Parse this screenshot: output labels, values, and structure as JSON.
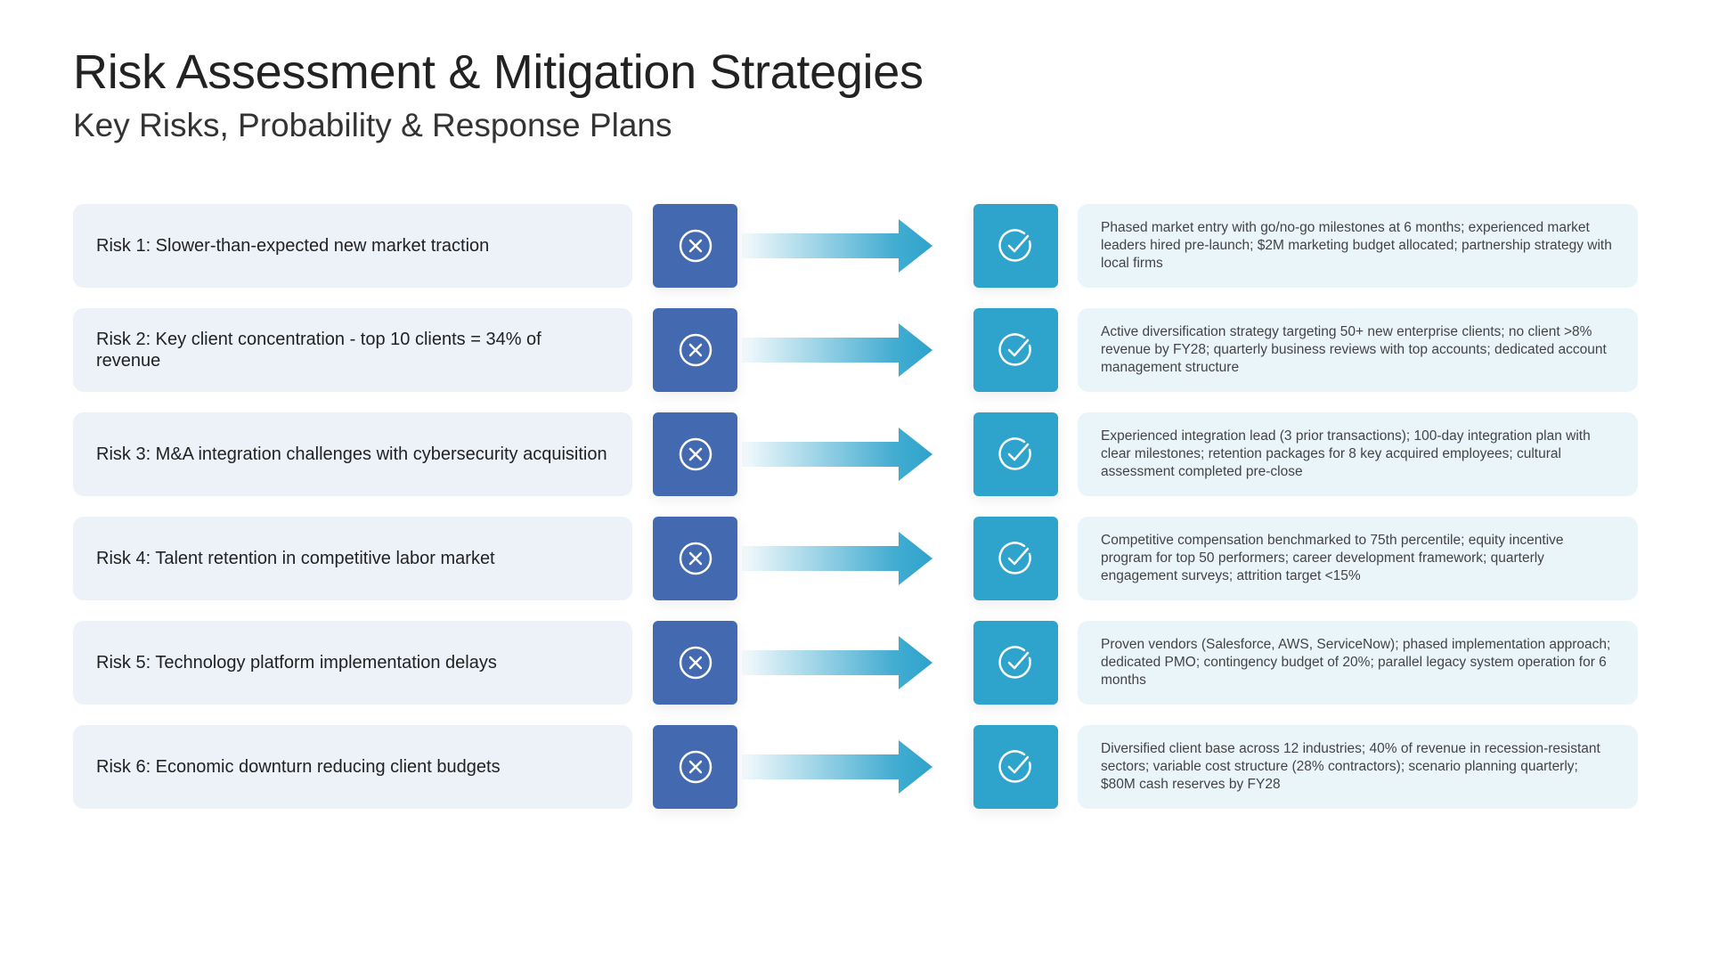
{
  "header": {
    "title": "Risk Assessment & Mitigation Strategies",
    "subtitle": "Key Risks, Probability & Response Plans"
  },
  "colors": {
    "risk_icon": "#4369b0",
    "mitigation_icon": "#2ea3cc",
    "risk_bg": "#edf1f8",
    "mitigation_bg": "#eaf5fa"
  },
  "rows": [
    {
      "risk": "Risk 1: Slower-than-expected new market traction",
      "mitigation": "Phased market entry with go/no-go milestones at 6 months; experienced market leaders hired pre-launch; $2M marketing budget allocated; partnership strategy with local firms"
    },
    {
      "risk": "Risk 2: Key client concentration - top 10 clients = 34% of revenue",
      "mitigation": "Active diversification strategy targeting 50+ new enterprise clients; no client >8% revenue by FY28; quarterly business reviews with top accounts; dedicated account management structure"
    },
    {
      "risk": "Risk 3: M&A integration challenges with cybersecurity acquisition",
      "mitigation": "Experienced integration lead (3 prior transactions); 100-day integration plan with clear milestones; retention packages for 8 key acquired employees; cultural assessment completed pre-close"
    },
    {
      "risk": "Risk 4: Talent retention in competitive labor market",
      "mitigation": "Competitive compensation benchmarked to 75th percentile; equity incentive program for top 50 performers; career development framework; quarterly engagement surveys; attrition target <15%"
    },
    {
      "risk": "Risk 5: Technology platform implementation delays",
      "mitigation": "Proven vendors (Salesforce, AWS, ServiceNow); phased implementation approach; dedicated PMO; contingency budget of 20%; parallel legacy system operation for 6 months"
    },
    {
      "risk": "Risk 6: Economic downturn reducing client budgets",
      "mitigation": "Diversified client base across 12 industries; 40% of revenue in recession-resistant sectors; variable cost structure (28% contractors); scenario planning quarterly; $80M cash reserves by FY28"
    }
  ]
}
